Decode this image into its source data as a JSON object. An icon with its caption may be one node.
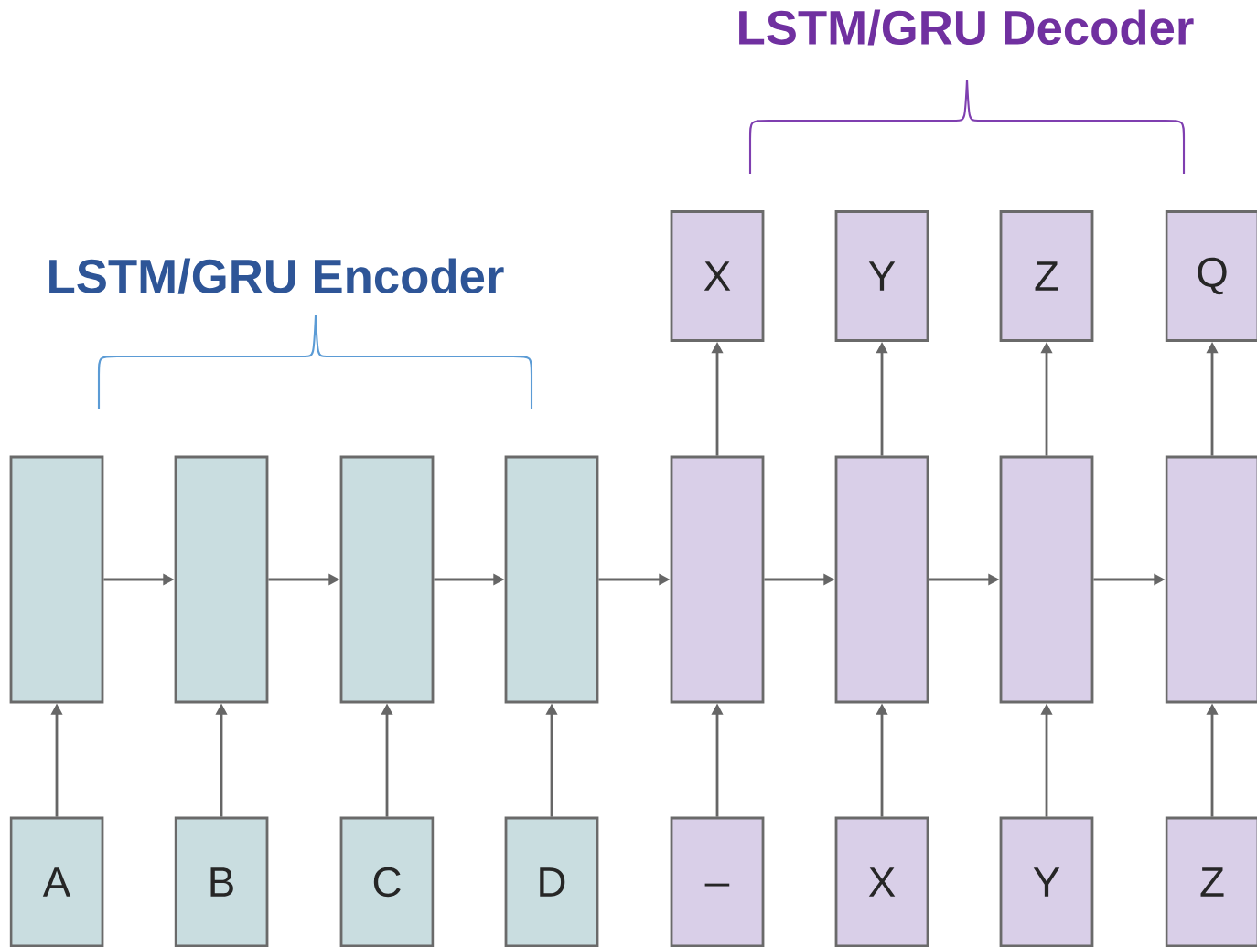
{
  "diagram": {
    "nodes": [
      {
        "text": [
          "X"
        ]
      },
      {
        "text": [
          "Y"
        ]
      },
      {
        "text": [
          "Z"
        ]
      },
      {
        "text": [
          "Q"
        ]
      },
      {
        "text": [],
        "shape": "box"
      },
      {
        "text": [],
        "shape": "box"
      },
      {
        "text": [],
        "shape": "box"
      },
      {
        "text": [],
        "shape": "box"
      },
      {
        "text": [],
        "shape": "box"
      },
      {
        "text": [],
        "shape": "box"
      },
      {
        "text": [],
        "shape": "box"
      },
      {
        "text": [],
        "shape": "box"
      },
      {
        "text": [
          "A"
        ]
      },
      {
        "text": [
          "B"
        ]
      },
      {
        "text": [
          "C"
        ]
      },
      {
        "text": [
          "D"
        ]
      },
      {
        "text": [
          "_"
        ]
      },
      {
        "text": [
          "X"
        ]
      },
      {
        "text": [
          "Y"
        ]
      },
      {
        "text": [
          "Z"
        ]
      }
    ],
    "edges": [
      {
        "from": 12,
        "to": 4,
        "arrow": "to"
      },
      {
        "from": 13,
        "to": 5,
        "arrow": "to"
      },
      {
        "from": 14,
        "to": 6,
        "arrow": "to"
      },
      {
        "from": 15,
        "to": 7,
        "arrow": "to"
      },
      {
        "from": 16,
        "to": 8,
        "arrow": "to"
      },
      {
        "from": 17,
        "to": 9,
        "arrow": "to"
      },
      {
        "from": 18,
        "to": 10,
        "arrow": "to"
      },
      {
        "from": 19,
        "to": 11,
        "arrow": "to"
      },
      {
        "from": 4,
        "to": 5,
        "arrow": "to"
      },
      {
        "from": 5,
        "to": 6,
        "arrow": "to"
      },
      {
        "from": 6,
        "to": 7,
        "arrow": "to"
      },
      {
        "from": 7,
        "to": 8,
        "arrow": "to"
      },
      {
        "from": 8,
        "to": 9,
        "arrow": "to"
      },
      {
        "from": 9,
        "to": 10,
        "arrow": "to"
      },
      {
        "from": 10,
        "to": 11,
        "arrow": "to"
      },
      {
        "from": 8,
        "to": 0,
        "arrow": "to"
      },
      {
        "from": 9,
        "to": 1,
        "arrow": "to"
      },
      {
        "from": 10,
        "to": 2,
        "arrow": "to"
      },
      {
        "from": 11,
        "to": 3,
        "arrow": "to"
      }
    ],
    "labels": [
      "LSTM/GRU Decoder",
      "LSTM/GRU Encoder"
    ]
  }
}
